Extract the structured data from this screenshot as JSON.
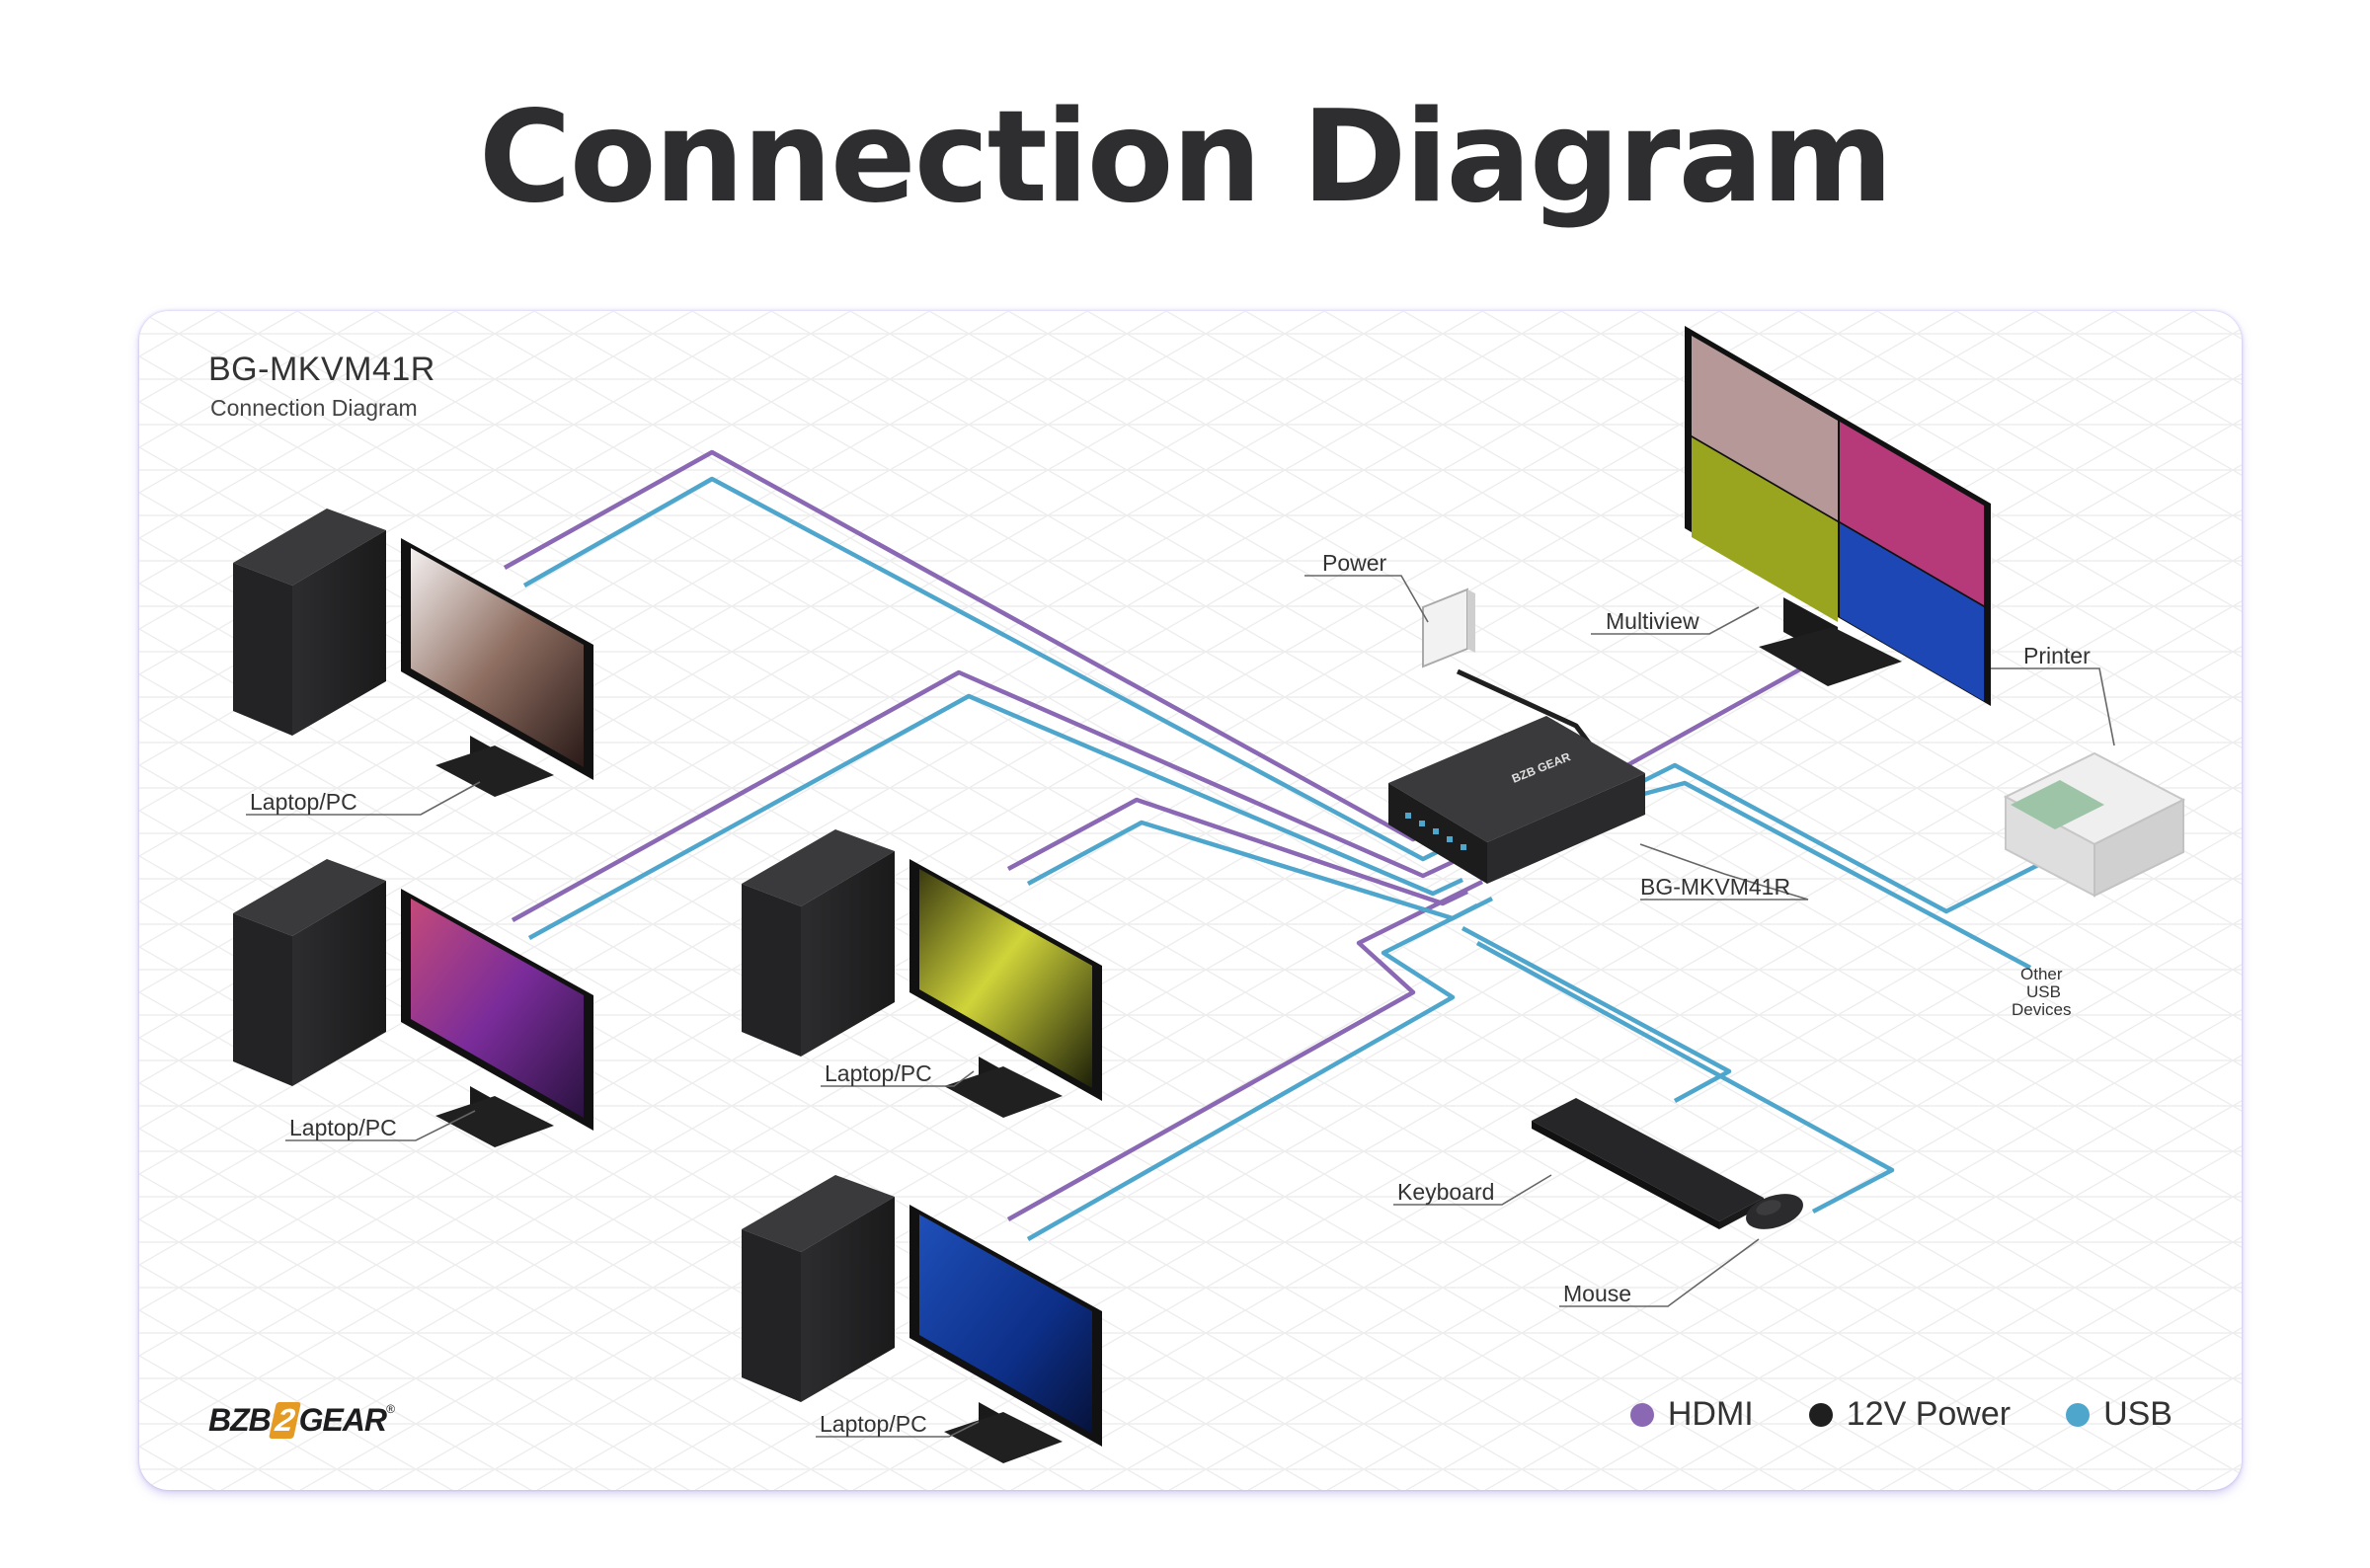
{
  "page": {
    "title": "Connection Diagram"
  },
  "diagram": {
    "title": "BG-MKVM41R",
    "subtitle": "Connection Diagram",
    "labels": {
      "laptop_pc": "Laptop/PC",
      "power": "Power",
      "multiview": "Multiview",
      "printer": "Printer",
      "device": "BG-MKVM41R",
      "other_usb_1": "Other",
      "other_usb_2": "USB",
      "other_usb_3": "Devices",
      "keyboard": "Keyboard",
      "mouse": "Mouse"
    },
    "logo": {
      "part1": "BZB",
      "part2": "2",
      "part3": "GEAR",
      "reg": "®"
    },
    "device_badge": "BZB GEAR"
  },
  "legend": [
    {
      "label": "HDMI",
      "color": "#8a68b4"
    },
    {
      "label": "12V Power",
      "color": "#1f1f1f"
    },
    {
      "label": "USB",
      "color": "#4fa6cc"
    }
  ],
  "colors": {
    "hdmi": "#8a68b4",
    "usb": "#4fa6cc",
    "power": "#1f1f1f",
    "grid": "#ececec"
  }
}
